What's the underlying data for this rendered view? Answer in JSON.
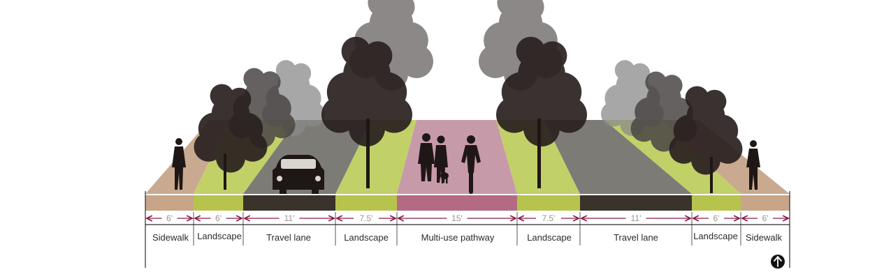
{
  "segments": [
    {
      "label": "Sidewalk",
      "width": "6'",
      "color": "#c8a488"
    },
    {
      "label": "Landscape",
      "width": "6'",
      "color": "#b6c44e"
    },
    {
      "label": "Travel lane",
      "width": "11'",
      "color": "#3a332c"
    },
    {
      "label": "Landscape",
      "width": "7.5'",
      "color": "#b6c44e"
    },
    {
      "label": "Multi-use pathway",
      "width": "15'",
      "color": "#b46a82"
    },
    {
      "label": "Landscape",
      "width": "7.5'",
      "color": "#b6c44e"
    },
    {
      "label": "Travel lane",
      "width": "11'",
      "color": "#3a332c"
    },
    {
      "label": "Landscape",
      "width": "6'",
      "color": "#b6c44e"
    },
    {
      "label": "Sidewalk",
      "width": "6'",
      "color": "#c8a488"
    }
  ],
  "colors": {
    "dimension_line": "#8a1a4a",
    "sidewalk_top": "#c9aa90",
    "landscape_top": "#c2d068",
    "lane_top": "#7d7b76",
    "pathway_top": "#c79aaa",
    "silhouette": "#1f1715"
  },
  "icons": {
    "north_arrow": "north-arrow-icon"
  }
}
